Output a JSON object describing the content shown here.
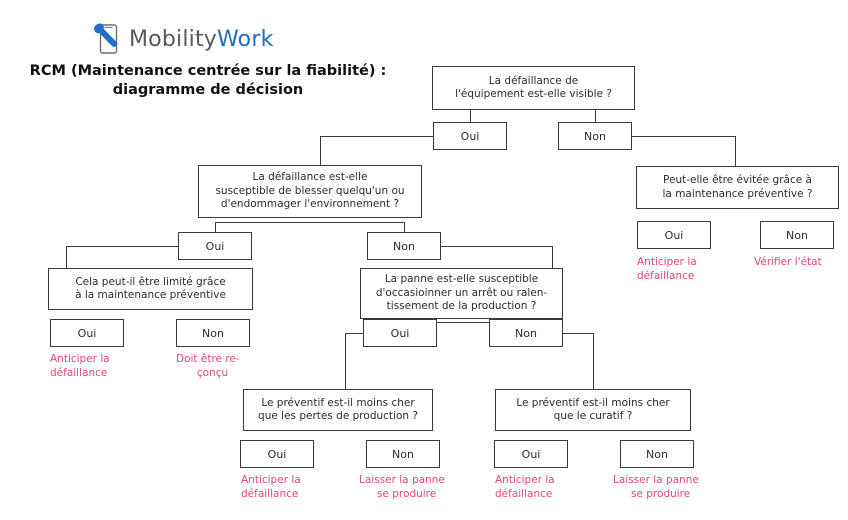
{
  "header": {
    "logo": {
      "icon": "wrench-tablet-icon",
      "text_primary": "Mobility",
      "text_secondary": "Work",
      "color_primary": "#58595b",
      "color_secondary": "#1f6fc4"
    },
    "title_line1": "RCM (Maintenance centrée sur la fiabilité) :",
    "title_line2": "diagramme de décision"
  },
  "colors": {
    "box_border": "#3a3a3a",
    "box_text": "#2b2b2b",
    "action_text": "#e6447a",
    "background": "#ffffff"
  },
  "labels": {
    "yes": "Oui",
    "no": "Non"
  },
  "nodes": {
    "q_root": {
      "line1": "La défaillance de",
      "line2": "l'équipement est-elle visible ?"
    },
    "q_safety": {
      "line1": "La défaillance est-elle",
      "line2": "susceptible de blesser quelqu'un ou",
      "line3": "d'endommager l'environnement ?"
    },
    "q_hidden_prev": {
      "line1": "Peut-elle être évitée grâce à",
      "line2": "la maintenance préventive ?"
    },
    "q_safety_prev": {
      "line1": "Cela peut-il être limité grâce",
      "line2": "à la maintenance préventive"
    },
    "q_production": {
      "line1": "La panne est-elle susceptible",
      "line2": "d'occasioinner un arrêt ou ralen-",
      "line3": "tissement de la production ?"
    },
    "q_cost_production": {
      "line1": "Le préventif est-il moins cher",
      "line2": "que les pertes de production ?"
    },
    "q_cost_curative": {
      "line1": "Le préventif est-il moins cher",
      "line2": "que le curatif ?"
    }
  },
  "actions": {
    "anticipate": {
      "line1": "Anticiper la",
      "line2": "défaillance"
    },
    "check_state": {
      "line1": "Vérifier l'état",
      "line2": ""
    },
    "redesign": {
      "line1": "Doit être re-",
      "line2": "çonçu"
    },
    "let_fail": {
      "line1": "Laisser la panne",
      "line2": "se produire"
    }
  }
}
